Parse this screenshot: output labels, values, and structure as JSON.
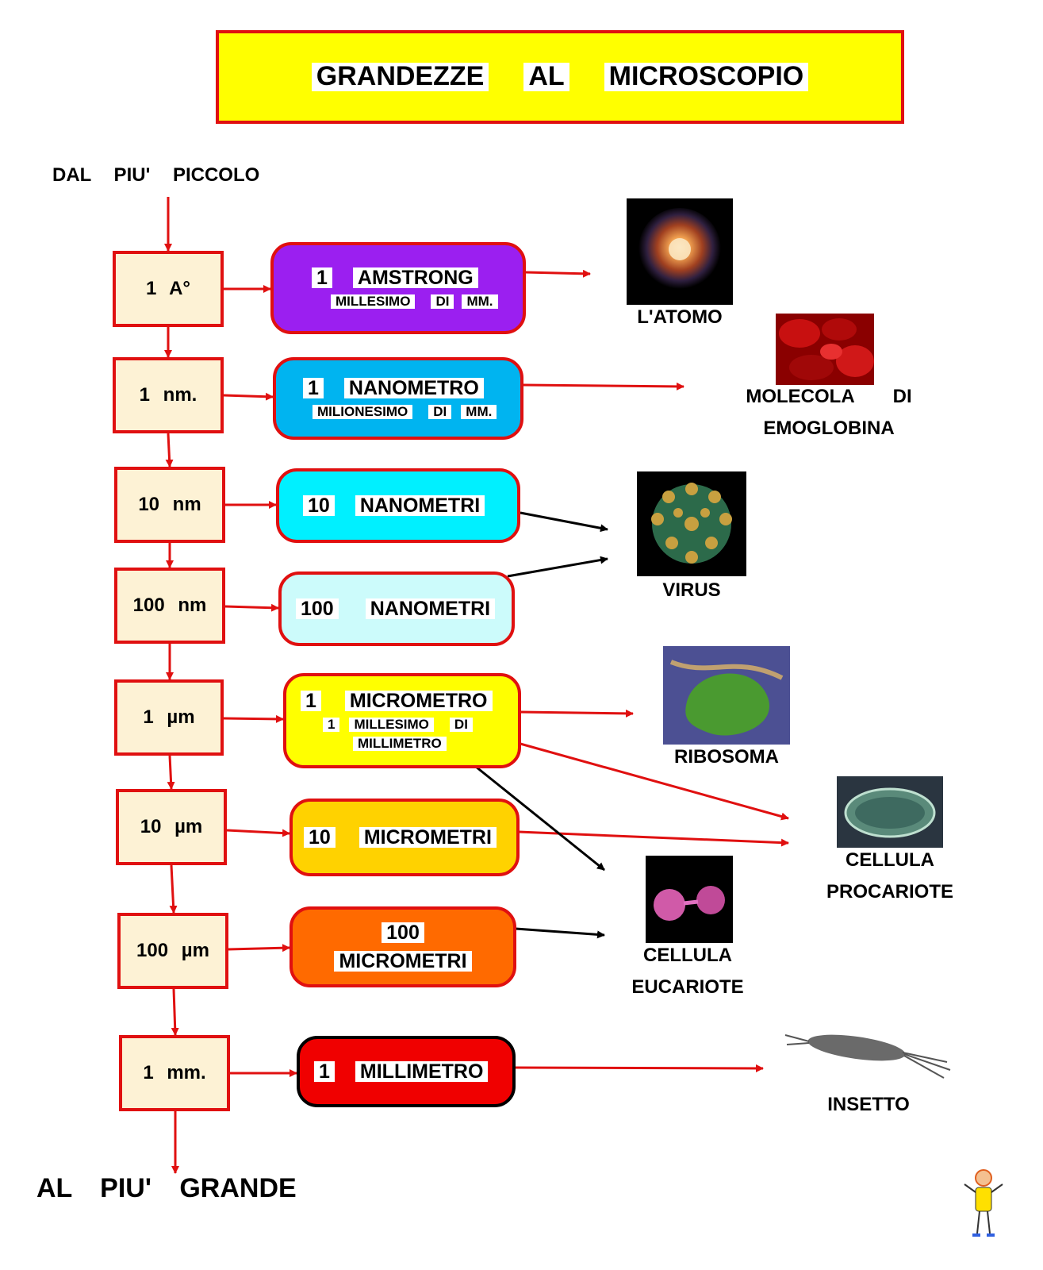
{
  "title": {
    "word1": "GRANDEZZE",
    "word2": "AL",
    "word3": "MICROSCOPIO"
  },
  "flow": {
    "start": "DAL   PIU'   PICCOLO",
    "end": "AL   PIU'   GRANDE"
  },
  "steps": [
    "1  A°",
    "1  nm.",
    "10  nm",
    "100  nm",
    "1 µm",
    "10  µm",
    "100  µm",
    "1  mm."
  ],
  "units": [
    {
      "num": "1",
      "name": "AMSTRONG",
      "sub": [
        "MILLESIMO",
        "DI",
        "MM."
      ],
      "color": "#9b1ff0"
    },
    {
      "num": "1",
      "name": "NANOMETRO",
      "sub": [
        "MILIONESIMO",
        "DI",
        "MM."
      ],
      "color": "#00b4f0"
    },
    {
      "num": "10",
      "name": "NANOMETRI",
      "color": "#00f0ff"
    },
    {
      "num": "100",
      "name": "NANOMETRI",
      "color": "#ccfbfb"
    },
    {
      "num": "1",
      "name": "MICROMETRO",
      "sub": [
        "1",
        "MILLESIMO",
        "DI"
      ],
      "sub2": "MILLIMETRO",
      "color": "#ffff00"
    },
    {
      "num": "10",
      "name": "MICROMETRI",
      "color": "#ffd200"
    },
    {
      "num": "100",
      "name": "MICROMETRI",
      "color": "#ff6a00"
    },
    {
      "num": "1",
      "name": "MILLIMETRO",
      "color": "#f00000"
    }
  ],
  "examples": {
    "atom": "L'ATOMO",
    "hemoglobin": [
      "MOLECOLA",
      "DI",
      "EMOGLOBINA"
    ],
    "virus": "VIRUS",
    "ribosome": "RIBOSOMA",
    "prokaryote": [
      "CELLULA",
      "PROCARIOTE"
    ],
    "eukaryote": [
      "CELLULA",
      "EUCARIOTE"
    ],
    "insect": "INSETTO"
  },
  "colors": {
    "arrow_red": "#e01010",
    "arrow_black": "#000000",
    "title_bg": "#ffff00",
    "step_bg": "#fdf2d5"
  }
}
